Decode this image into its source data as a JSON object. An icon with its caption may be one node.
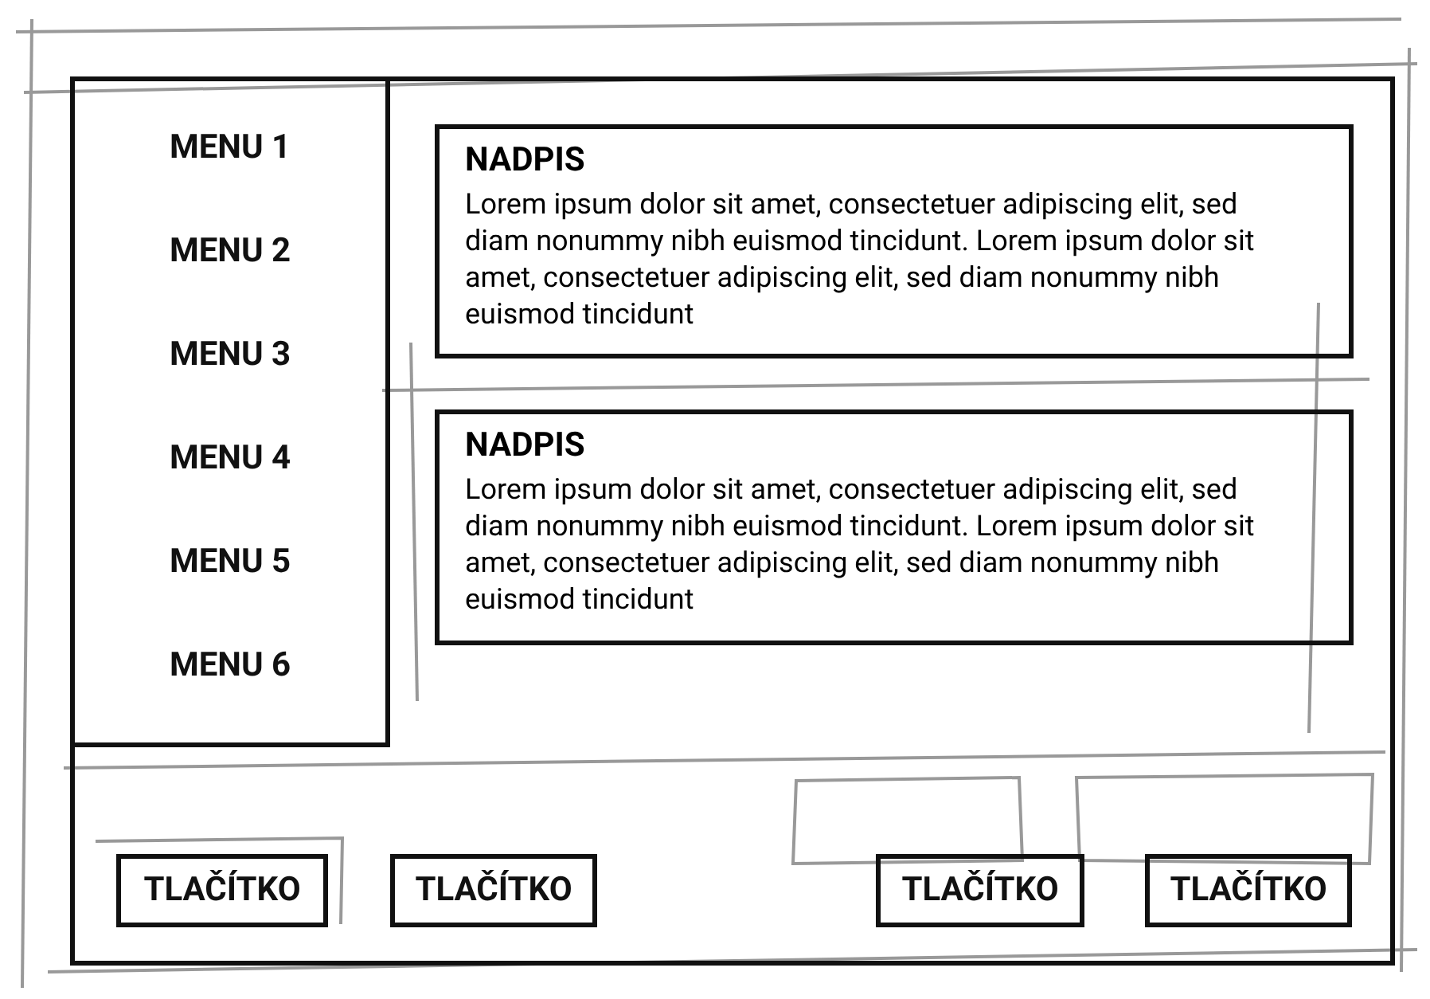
{
  "diagram": {
    "nodes": [
      {
        "text": [],
        "shape": "box"
      },
      {
        "text": [
          "MENU 1",
          "MENU 2",
          "MENU 3",
          "MENU 4",
          "MENU 5",
          "MENU 6"
        ],
        "in": 0
      },
      {
        "text": [
          "NADPIS",
          "Lorem ipsum dolor sit amet, consectetuer adipiscing elit, sed diam nonummy nibh euismod tincidunt. Lorem ipsum dolor sit amet, consectetuer adipiscing elit, sed diam nonummy nibh euismod tincidunt"
        ],
        "in": 0
      },
      {
        "text": [
          "NADPIS",
          "Lorem ipsum dolor sit amet, consectetuer adipiscing elit, sed diam nonummy nibh euismod tincidunt. Lorem ipsum dolor sit amet, consectetuer adipiscing elit, sed diam nonummy nibh euismod tincidunt"
        ],
        "in": 0
      },
      {
        "text": [
          "TLAČÍTKO"
        ],
        "in": 0
      },
      {
        "text": [
          "TLAČÍTKO"
        ],
        "in": 0
      },
      {
        "text": [
          "TLAČÍTKO"
        ],
        "in": 0
      },
      {
        "text": [
          "TLAČÍTKO"
        ],
        "in": 0
      }
    ]
  }
}
